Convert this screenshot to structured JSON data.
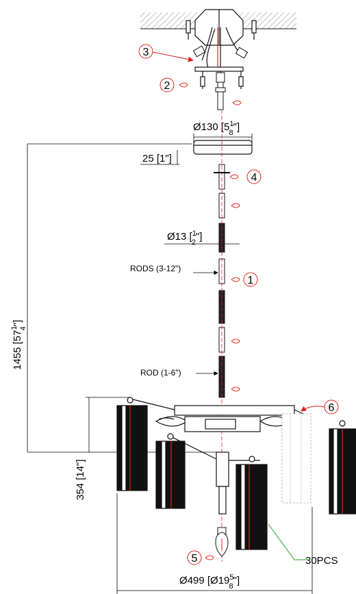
{
  "colors": {
    "line": "#111111",
    "accent": "#e0201a",
    "callout": "#1fa01f",
    "hatch": "#888888"
  },
  "callouts": {
    "c1": "1",
    "c2": "2",
    "c3": "3",
    "c4": "4",
    "c5": "5",
    "c6": "6"
  },
  "dims": {
    "canopy_diameter_prefix": "Ø130 [5",
    "canopy_frac_num": "1",
    "canopy_frac_den": "8",
    "canopy_suffix": "\"]",
    "canopy_height": "25 [1\"]",
    "rod_diameter_prefix": "Ø13 [",
    "rod_frac_num": "1",
    "rod_frac_den": "2",
    "rod_suffix": "\"]",
    "total_height_prefix": "1455 [57",
    "total_frac_num": "1",
    "total_frac_den": "4",
    "total_suffix": "\"]",
    "body_height": "354 [14\"]",
    "width_prefix": "Ø499 [Ø19",
    "width_frac_num": "5",
    "width_frac_den": "8",
    "width_suffix": "\"]"
  },
  "notes": {
    "rods_long": "RODS (3-12\")",
    "rod_short": "ROD (1-6\")",
    "quantity": "30PCS"
  }
}
